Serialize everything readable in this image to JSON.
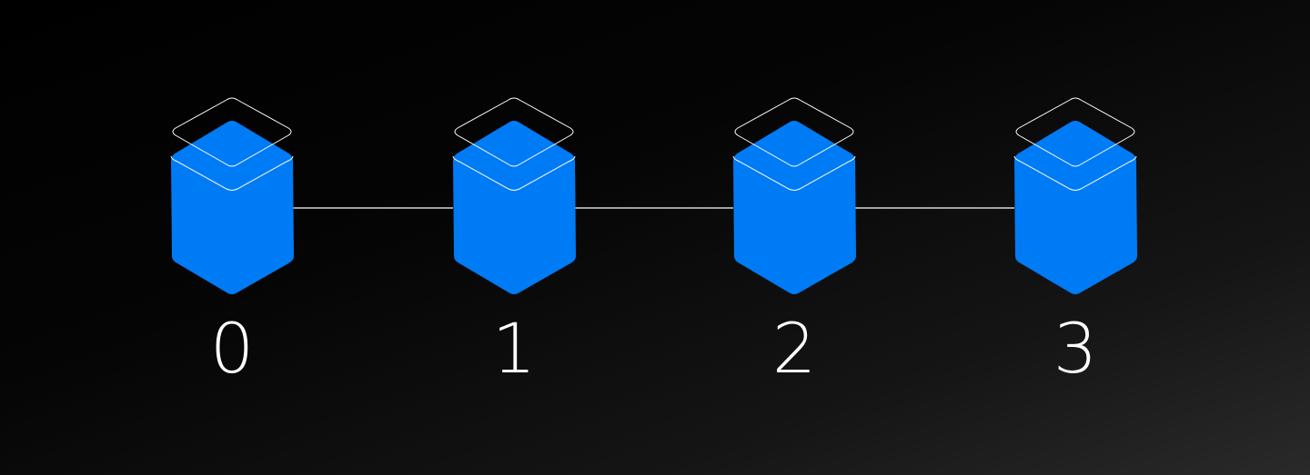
{
  "colors": {
    "block": "#007bf6",
    "outline": "#ffffff",
    "connector": "#ffffff"
  },
  "blocks": [
    {
      "label": "0"
    },
    {
      "label": "1"
    },
    {
      "label": "2"
    },
    {
      "label": "3"
    }
  ]
}
